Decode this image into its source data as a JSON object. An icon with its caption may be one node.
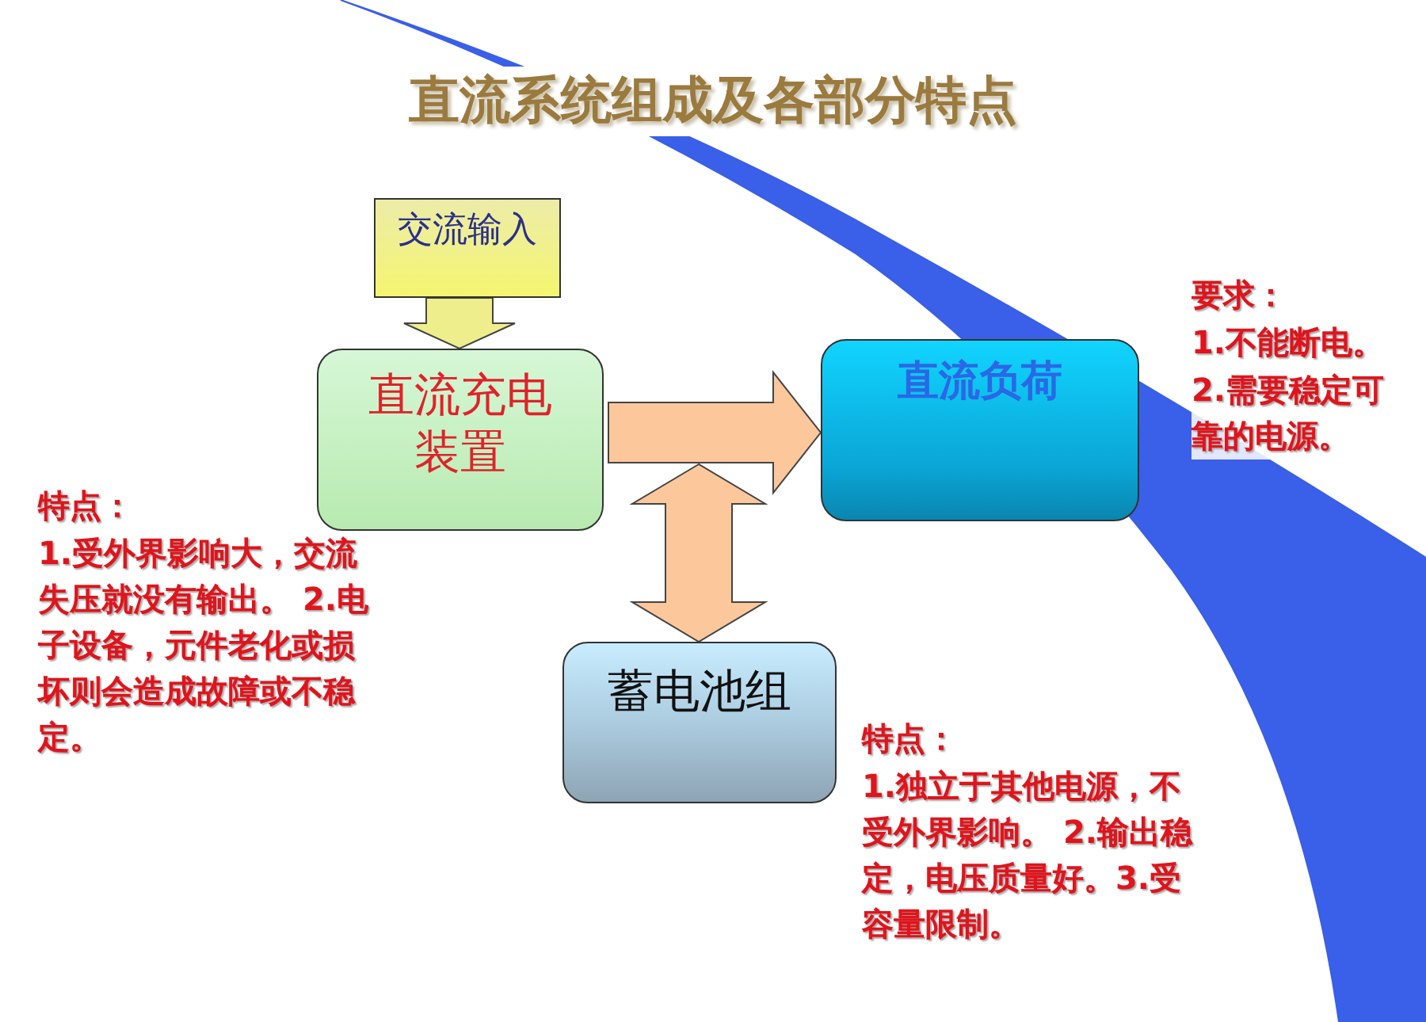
{
  "diagram": {
    "title": "直流系统组成及各部分特点",
    "nodes": [
      {
        "text": [
          "交流输入"
        ]
      },
      {
        "text": [
          "直流充电装置"
        ]
      },
      {
        "text": [
          "直流负荷"
        ]
      },
      {
        "text": [
          "蓄电池组"
        ]
      }
    ],
    "edges": [
      {
        "from": 0,
        "to": 1,
        "arrow": "to",
        "color": "#eeee8c"
      },
      {
        "from": 1,
        "to": 2,
        "arrow": "to"
      },
      {
        "from": null,
        "to": 3,
        "arrow": "both"
      }
    ],
    "labels": [
      "要求：",
      "1.不能断电。",
      "2.需要稳定可靠的电源。",
      "特点：",
      "1.受外界影响大，交流失压就没有输出。 2.电子设备，元件老化或损坏则会造成故障或不稳定。",
      "特点：",
      "1.独立于其他电源，不受外界影响。 2.输出稳定，电压质量好。3.受容量限制。"
    ]
  }
}
